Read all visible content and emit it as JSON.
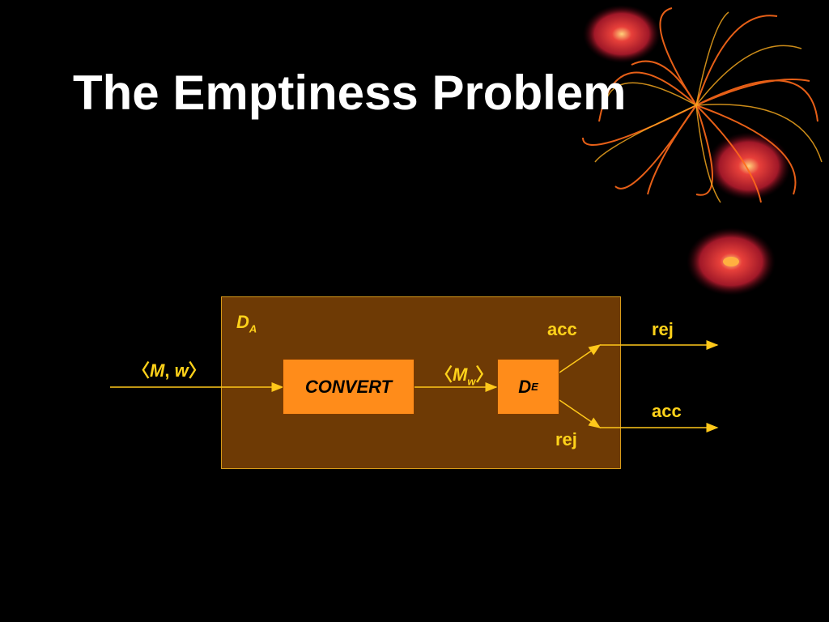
{
  "title": "The Emptiness Problem",
  "diagram": {
    "outer_label": {
      "main": "D",
      "sub": "A"
    },
    "input_label": {
      "open": "〈",
      "m": "M",
      "sep": ", ",
      "w": "w",
      "close": "〉"
    },
    "convert_label": "CONVERT",
    "mid_label": {
      "open": "〈",
      "m": "M",
      "sub": "w",
      "close": "〉"
    },
    "de_label": {
      "main": "D",
      "sub": "E"
    },
    "inner_acc": "acc",
    "inner_rej": "rej",
    "out_rej": "rej",
    "out_acc": "acc"
  },
  "colors": {
    "background": "#000000",
    "outer_box": "#6e3a05",
    "inner_box": "#ff8c1a",
    "text_accent": "#ffd21a",
    "arrow": "#ffc81a"
  }
}
